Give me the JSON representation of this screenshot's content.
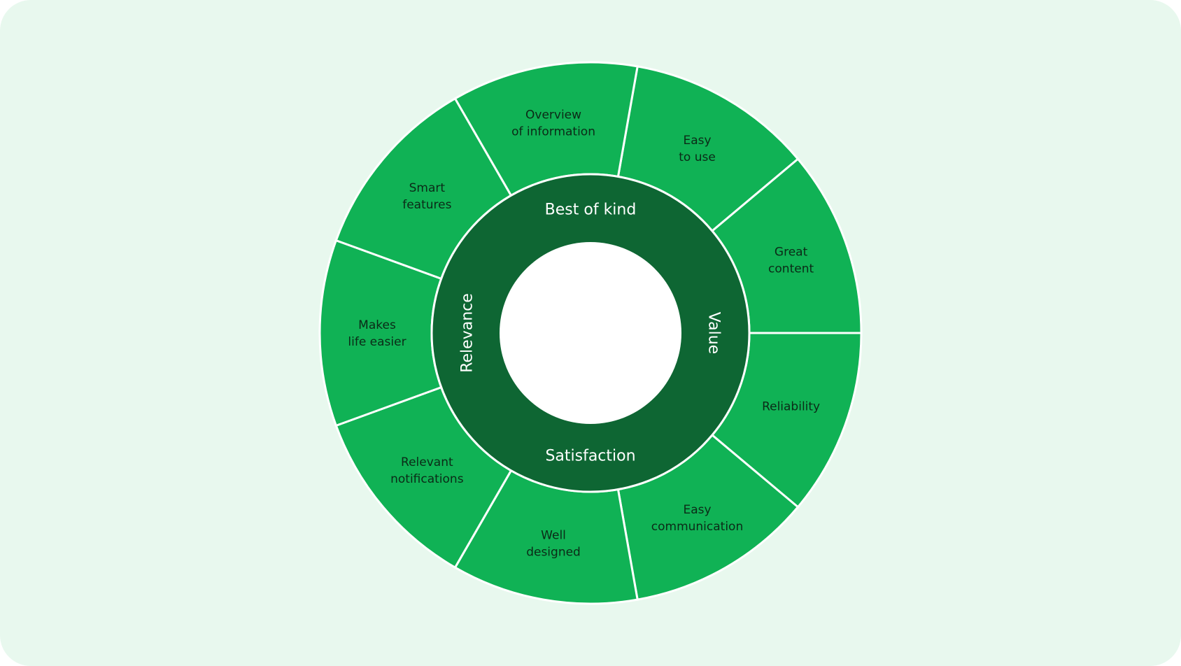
{
  "colors": {
    "background": "#e8f8ee",
    "outer_segment": "#10b255",
    "inner_ring": "#0e6633",
    "divider": "#ffffff",
    "segment_text": "#0b2a17",
    "ring_text": "#ffffff"
  },
  "inner_ring": {
    "labels": [
      {
        "text": "Best of kind",
        "position": "top"
      },
      {
        "text": "Value",
        "position": "right"
      },
      {
        "text": "Satisfaction",
        "position": "bottom"
      },
      {
        "text": "Relevance",
        "position": "left"
      }
    ]
  },
  "outer_segments": [
    {
      "lines": [
        "Easy",
        "to use"
      ]
    },
    {
      "lines": [
        "Great",
        "content"
      ]
    },
    {
      "lines": [
        "Reliability"
      ]
    },
    {
      "lines": [
        "Easy",
        "communication"
      ]
    },
    {
      "lines": [
        "Well",
        "designed"
      ]
    },
    {
      "lines": [
        "Relevant",
        "notifications"
      ]
    },
    {
      "lines": [
        "Makes",
        "life easier"
      ]
    },
    {
      "lines": [
        "Smart",
        "features"
      ]
    },
    {
      "lines": [
        "Overview",
        "of information"
      ]
    }
  ]
}
